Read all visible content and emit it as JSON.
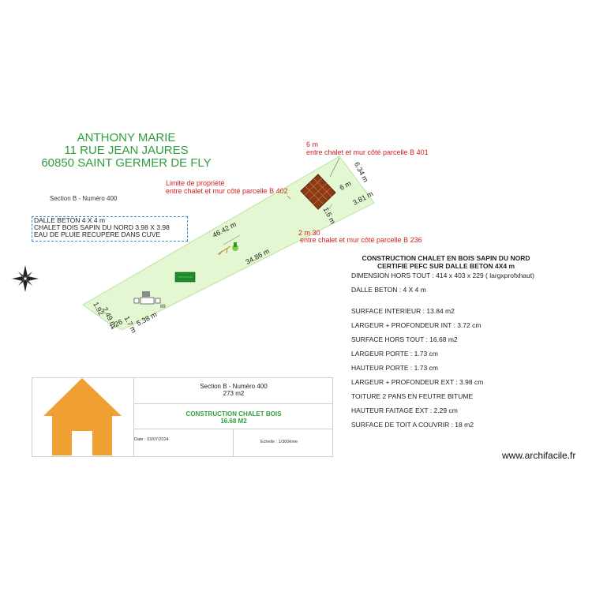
{
  "owner": {
    "name": "ANTHONY MARIE",
    "street": "11 RUE JEAN JAURES",
    "city": "60850 SAINT GERMER DE FLY"
  },
  "parcel_label": "Section B - Numéro 400",
  "notes": [
    "DALLE BETON 4 X 4 m",
    "CHALET BOIS SAPIN DU NORD  3.98 X 3.98",
    "EAU DE PLUIE RECUPERE DANS CUVE"
  ],
  "annotations": {
    "top_distance": "6 m",
    "top_desc": "entre chalet et mur côté parcelle B 401",
    "limit_title": "Limite de propriété",
    "limit_desc": "entre chalet et mur côté parcelle B 402",
    "bottom_distance": "2 m 30",
    "bottom_desc": "entre chalet et mur côté parcelle B 236"
  },
  "dimensions": {
    "d1": "6.34 m",
    "d2": "6 m",
    "d3": "3.81 m",
    "d4": "1.5 m",
    "d5": "46.42 m",
    "d6": "34.86 m",
    "d7": "5.38 m",
    "d8": "1.92",
    "d9": "2.49 m",
    "d10": "1.26",
    "d11": "1.7 m",
    "d12": "89"
  },
  "specs": {
    "title_line1": "CONSTRUCTION CHALET EN BOIS SAPIN DU NORD",
    "title_line2": "CERTIFIE PEFC SUR DALLE BETON 4X4 m",
    "items": [
      "DIMENSION HORS TOUT : 414 x 403 x 229 ( largxprofxhaut)",
      "DALLE BETON : 4 X 4 m",
      "SURFACE INTERIEUR : 13.84 m2",
      "LARGEUR + PROFONDEUR INT : 3.72 cm",
      "SURFACE HORS TOUT : 16.68 m2",
      "LARGEUR PORTE : 1.73 cm",
      "HAUTEUR PORTE : 1.73 cm",
      "LARGEUR + PROFONDEUR EXT : 3.98 cm",
      "TOITURE 2 PANS EN FEUTRE BITUME",
      "HAUTEUR FAITAGE EXT : 2.29 cm",
      "SURFACE DE TOIT A COUVRIR : 18 m2"
    ]
  },
  "cartouche": {
    "section": "Section B - Numéro 400",
    "area": "273 m2",
    "project": "CONSTRUCTION CHALET BOIS",
    "project_area": "16.68 M2",
    "date": "Date : 03/07/2024",
    "scale": "Echelle : 1/300ème"
  },
  "watermark": "www.archifacile.fr",
  "colors": {
    "parcel_fill": "#e3f7d3",
    "chalet_fill": "#8b3a14",
    "house_icon": "#f0a033",
    "owner_text": "#2e9e3e",
    "annotation_text": "#d32020",
    "notes_border": "#3a86d0"
  },
  "icons": [
    "compass-rose-icon",
    "house-logo-icon",
    "tree-icon",
    "hedge-icon",
    "patio-furniture-icon"
  ]
}
